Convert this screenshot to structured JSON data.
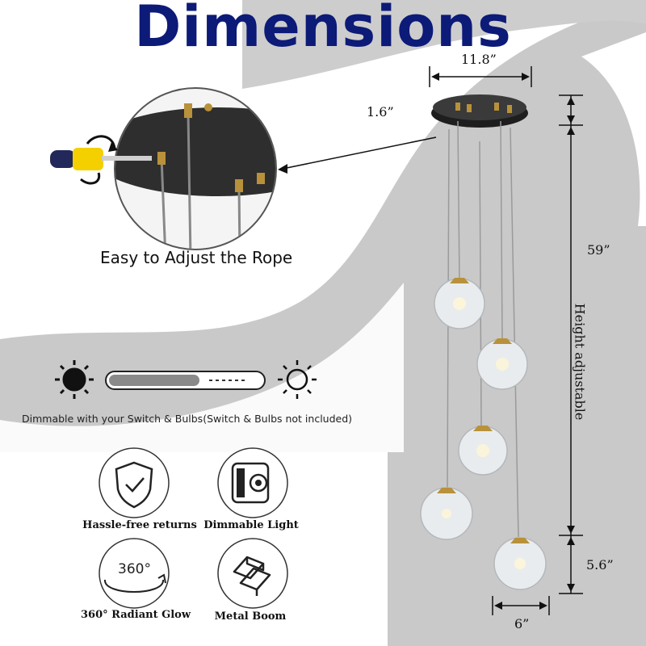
{
  "title": "Dimensions",
  "dimensions": {
    "width": "11.8”",
    "canopy_height": "1.6”",
    "height": "59”",
    "height_note": "Height adjustable",
    "bottom_height": "5.6”",
    "globe_width": "6”"
  },
  "rope_caption": "Easy to Adjust the Rope",
  "dimmer_caption": "Dimmable with your Switch & Bulbs(Switch & Bulbs not included)",
  "features": [
    {
      "label": "Hassle-free returns",
      "icon": "shield-check-icon"
    },
    {
      "label": "Dimmable Light",
      "icon": "dimmer-switch-icon"
    },
    {
      "label": "360° Radiant Glow",
      "icon": "rotate-360-icon",
      "icon_text": "360°"
    },
    {
      "label": "Metal Boom",
      "icon": "metal-bars-icon"
    }
  ],
  "colors": {
    "title": "#0c1a78",
    "swoosh": "#c9c9c9",
    "brass": "#b8913a",
    "canopy": "#2b2b2b"
  }
}
